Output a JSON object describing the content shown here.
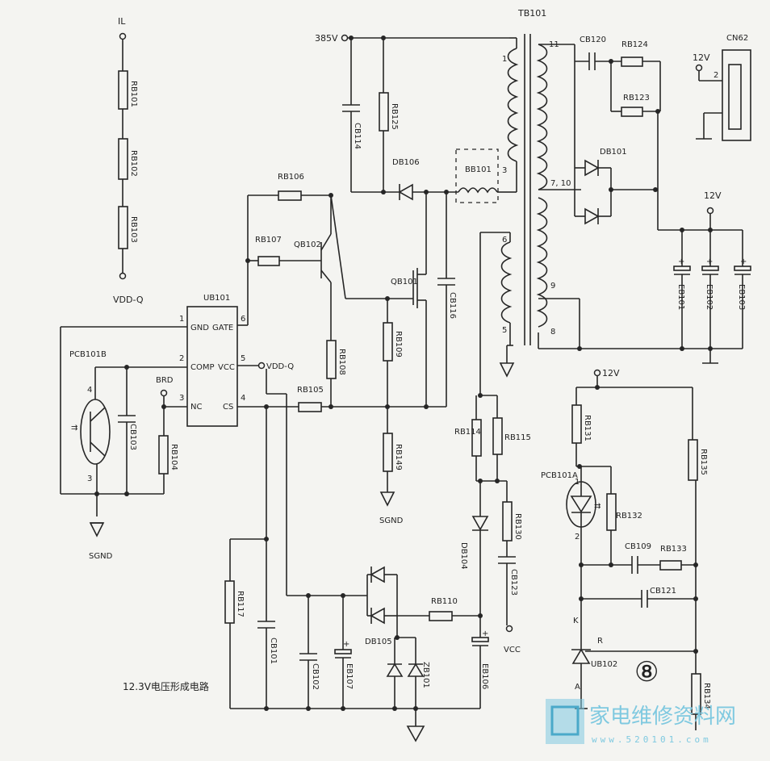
{
  "title": "12.3V电压形成电路",
  "badge": "⑧",
  "watermark": {
    "site": "家电维修资料网",
    "url": "www.520101.com"
  },
  "nets": {
    "il": "IL",
    "vdd_q": "VDD-Q",
    "v385": "385V",
    "sgnd": "SGND",
    "brd": "BRD",
    "v12": "12V",
    "v12b": "12V",
    "v12c": "12V",
    "vcc": "VCC",
    "vdd_q2": "VDD-Q"
  },
  "ic": {
    "name": "UB101",
    "pins": [
      {
        "num": "1",
        "label": "GND"
      },
      {
        "num": "2",
        "label": "COMP"
      },
      {
        "num": "3",
        "label": "NC"
      },
      {
        "num": "6",
        "label": "GATE"
      },
      {
        "num": "5",
        "label": "VCC"
      },
      {
        "num": "4",
        "label": "CS"
      }
    ]
  },
  "transformer": {
    "name": "TB101",
    "pins": {
      "p1": "1",
      "p3": "3",
      "p6": "6",
      "p5": "5",
      "p11": "11",
      "p7_10": "7, 10",
      "p9": "9",
      "p8": "8"
    }
  },
  "connector": {
    "name": "CN62",
    "pin": "2"
  },
  "parts": {
    "rb101": "RB101",
    "rb102": "RB102",
    "rb103": "RB103",
    "rb104": "RB104",
    "rb105": "RB105",
    "rb106": "RB106",
    "rb107": "RB107",
    "rb108": "RB108",
    "rb109": "RB109",
    "rb110": "RB110",
    "rb114": "RB114",
    "rb115": "RB115",
    "rb117": "RB117",
    "rb123": "RB123",
    "rb124": "RB124",
    "rb125": "RB125",
    "rb130": "RB130",
    "rb131": "RB131",
    "rb132": "RB132",
    "rb133": "RB133",
    "rb134": "RB134",
    "rb135": "RB135",
    "rb149": "RB149",
    "cb101": "CB101",
    "cb102": "CB102",
    "cb103": "CB103",
    "cb109": "CB109",
    "cb114": "CB114",
    "cb116": "CB116",
    "cb120": "CB120",
    "cb121": "CB121",
    "cb123": "CB123",
    "eb101": "EB101",
    "eb102": "EB102",
    "eb103": "EB103",
    "eb106": "EB106",
    "eb107": "EB107",
    "db101": "DB101",
    "db104": "DB104",
    "db105": "DB105",
    "db106": "DB106",
    "zb101": "ZB101",
    "ub102": "UB102",
    "qb101": "QB101",
    "qb102": "QB102",
    "bb101": "BB101",
    "pcb101a": "PCB101A",
    "pcb101b": "PCB101B"
  },
  "pins": {
    "k": "K",
    "a": "A",
    "r": "R",
    "pc4": "4",
    "pc3": "3",
    "pc1": "1",
    "pc2": "2"
  }
}
